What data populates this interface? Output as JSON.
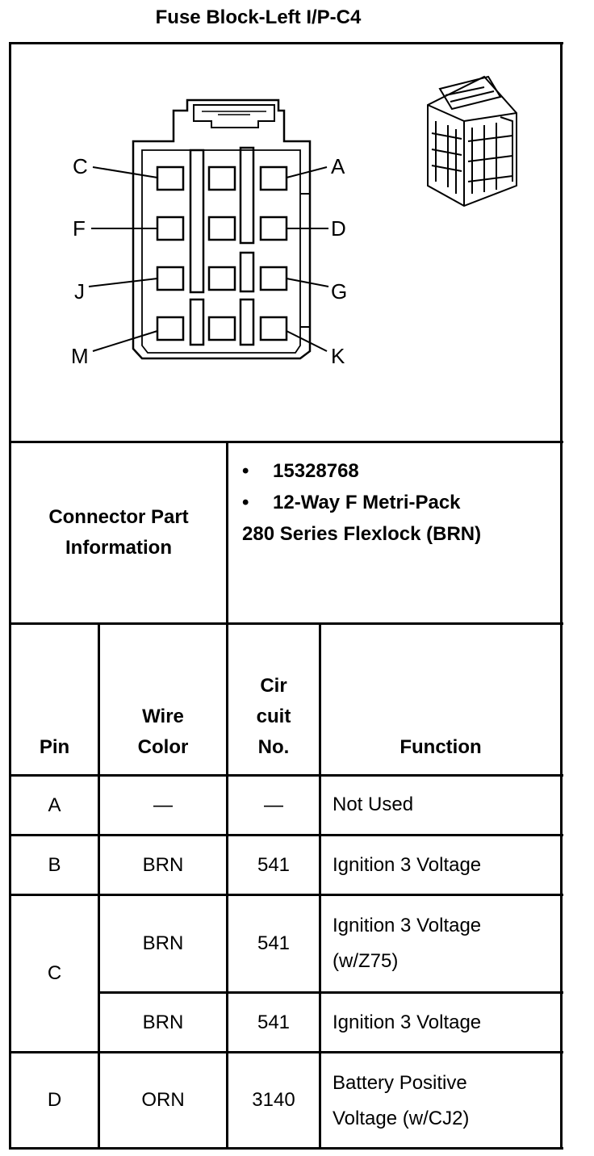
{
  "title": "Fuse Block-Left I/P-C4",
  "diagram": {
    "pin_labels": [
      "C",
      "A",
      "F",
      "D",
      "J",
      "G",
      "M",
      "K"
    ]
  },
  "connector_info": {
    "label_line1": "Connector Part",
    "label_line2": "Information",
    "lines": [
      "15328768",
      "12-Way F Metri-Pack",
      "280 Series Flexlock (BRN)"
    ]
  },
  "table": {
    "headers": {
      "pin": "Pin",
      "wire_color": [
        "Wire",
        "Color"
      ],
      "circuit": [
        "Cir",
        "cuit",
        "No."
      ],
      "function": "Function"
    },
    "rows": [
      {
        "pin": "A",
        "wire": "—",
        "circuit": "—",
        "function": [
          "Not Used"
        ]
      },
      {
        "pin": "B",
        "wire": "BRN",
        "circuit": "541",
        "function": [
          "Ignition 3 Voltage"
        ]
      },
      {
        "pin": "C",
        "wire": "BRN",
        "circuit": "541",
        "function": [
          "Ignition 3 Voltage",
          "(w/Z75)"
        ]
      },
      {
        "pin": "",
        "wire": "BRN",
        "circuit": "541",
        "function": [
          "Ignition 3 Voltage"
        ]
      },
      {
        "pin": "D",
        "wire": "ORN",
        "circuit": "3140",
        "function": [
          "Battery Positive",
          "Voltage (w/CJ2)"
        ]
      }
    ]
  }
}
